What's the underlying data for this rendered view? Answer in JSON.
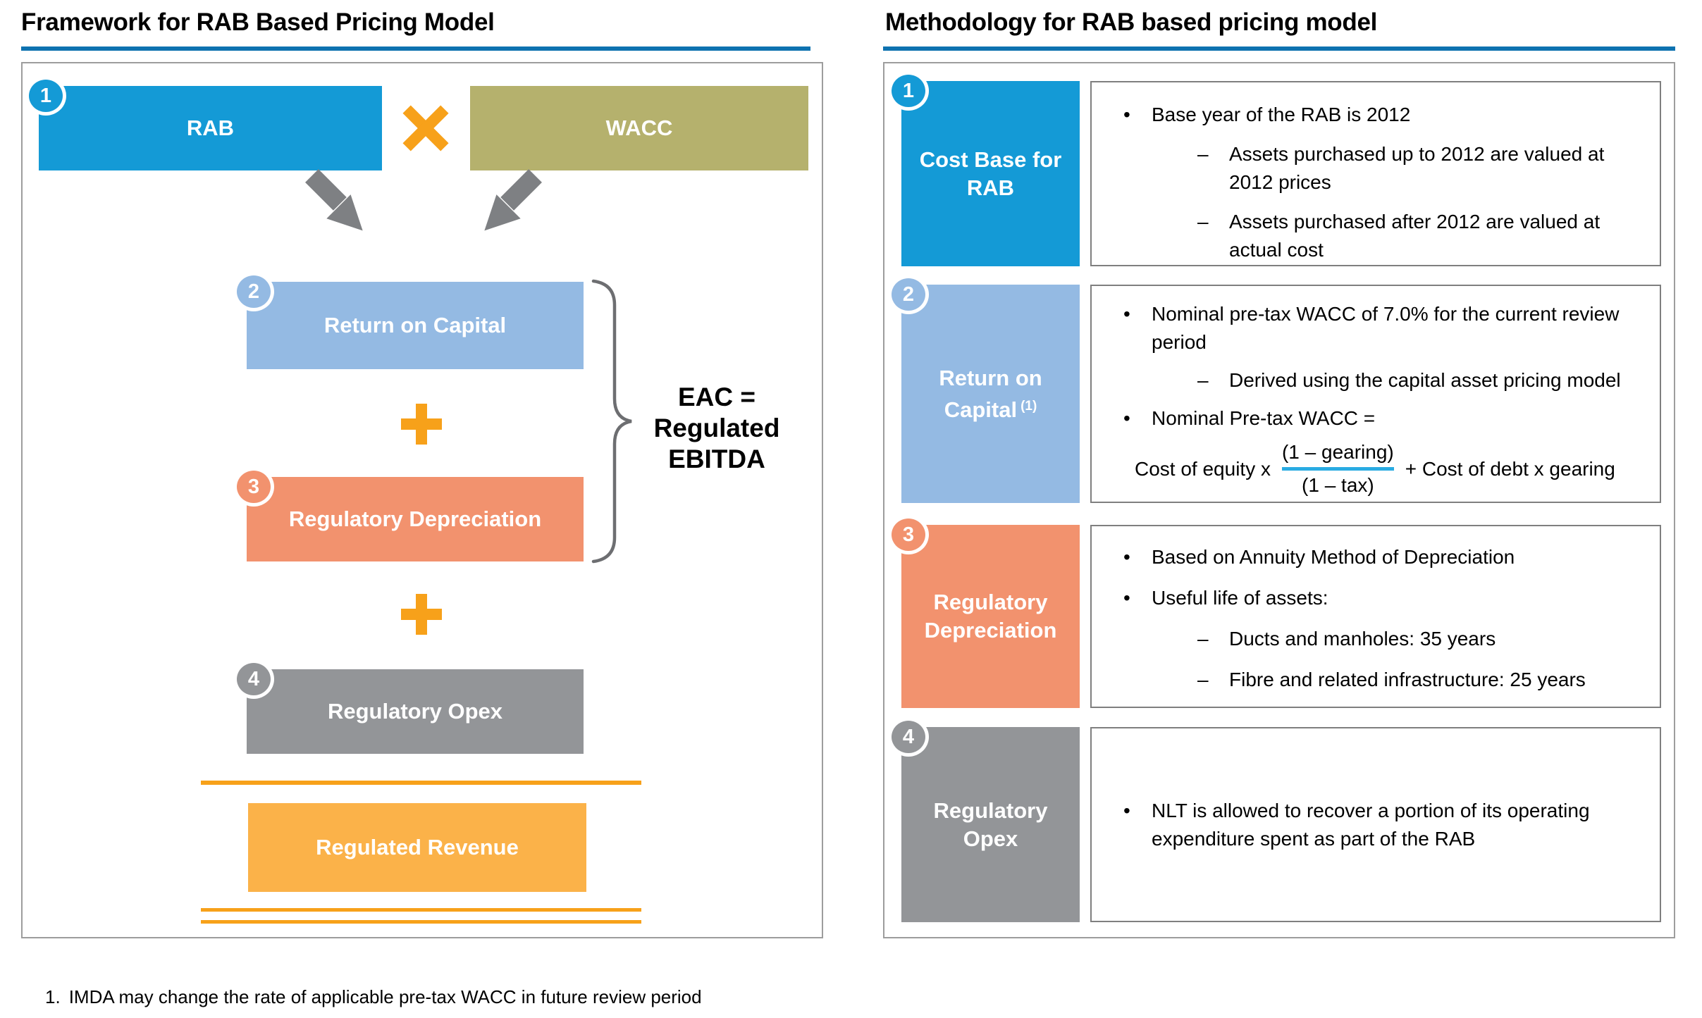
{
  "colors": {
    "blue": "#149AD6",
    "olive": "#B5B16D",
    "light_blue": "#94BAE3",
    "salmon": "#F2926E",
    "gray": "#939598",
    "orange": "#F7A11A",
    "revenue_orange": "#FBB249",
    "title_rule": "#0E72B0",
    "fraction_line": "#29ABE2",
    "arrow_gray": "#7E8083",
    "brace_gray": "#6D6E71"
  },
  "icons": {
    "multiply_icon": "✖",
    "plus_icon": "+",
    "arrow_down_icon": "↘"
  },
  "left_panel": {
    "title": "Framework for RAB Based Pricing Model",
    "step1": {
      "num": "1",
      "label": "RAB"
    },
    "wacc_label": "WACC",
    "step2": {
      "num": "2",
      "label": "Return on Capital"
    },
    "step3": {
      "num": "3",
      "label": "Regulatory Depreciation"
    },
    "step4": {
      "num": "4",
      "label": "Regulatory Opex"
    },
    "revenue_label": "Regulated Revenue",
    "eac": {
      "line1": "EAC =",
      "line2": "Regulated",
      "line3": "EBITDA"
    }
  },
  "right_panel": {
    "title": "Methodology for RAB based pricing model",
    "rows": [
      {
        "num": "1",
        "label": "Cost Base for RAB",
        "label_sup": "",
        "items": [
          {
            "marker": "•",
            "text": "Base year of the RAB is 2012"
          },
          {
            "marker": "–",
            "text": "Assets purchased up to 2012 are valued at 2012 prices"
          },
          {
            "marker": "–",
            "text": "Assets purchased after 2012 are valued at actual cost"
          }
        ]
      },
      {
        "num": "2",
        "label": "Return on Capital",
        "label_sup": "(1)",
        "items": [
          {
            "marker": "•",
            "text": "Nominal pre-tax WACC of 7.0% for the current review period"
          },
          {
            "marker": "–",
            "text": "Derived using the capital asset pricing model"
          },
          {
            "marker": "•",
            "text": "Nominal Pre-tax WACC ="
          }
        ],
        "formula": {
          "prefix": "Cost of equity x",
          "numerator": "(1 – gearing)",
          "denominator": "(1 – tax)",
          "suffix": "+ Cost of debt x gearing"
        }
      },
      {
        "num": "3",
        "label": "Regulatory Depreciation",
        "label_sup": "",
        "items": [
          {
            "marker": "•",
            "text": "Based on Annuity Method of Depreciation"
          },
          {
            "marker": "•",
            "text": "Useful life of assets:"
          },
          {
            "marker": "–",
            "text": "Ducts and manholes: 35 years"
          },
          {
            "marker": "–",
            "text": "Fibre and related infrastructure: 25 years"
          }
        ]
      },
      {
        "num": "4",
        "label": "Regulatory Opex",
        "label_sup": "",
        "items": [
          {
            "marker": "•",
            "text": "NLT is allowed to recover a portion of its operating expenditure spent as part of the RAB"
          }
        ]
      }
    ]
  },
  "footnote": {
    "num": "1.",
    "text": "IMDA may change the rate of applicable pre-tax WACC in future review period"
  }
}
